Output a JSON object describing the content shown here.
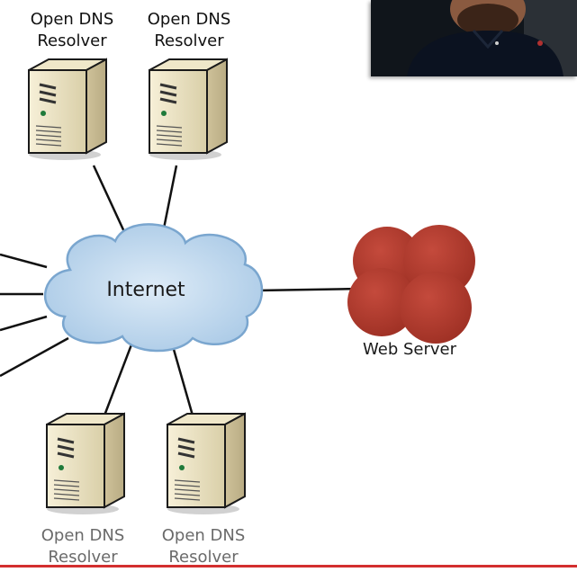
{
  "labels": {
    "resolver_top_left": {
      "line1": "Open DNS",
      "line2": "Resolver"
    },
    "resolver_top_right": {
      "line1": "Open DNS",
      "line2": "Resolver"
    },
    "resolver_bottom_left": {
      "line1": "Open DNS",
      "line2": "Resolver"
    },
    "resolver_bottom_right": {
      "line1": "Open DNS",
      "line2": "Resolver"
    },
    "cloud": "Internet",
    "web_server": "Web Server"
  },
  "colors": {
    "server_body": "#ece4c4",
    "server_side": "#cfc29a",
    "server_outline": "#1a1a1a",
    "cloud_fill": "#b7d3ea",
    "cloud_stroke": "#7aa6cf",
    "attack_blob": "#b03a2e",
    "accent_line": "#d32f2f"
  },
  "icons": {
    "server": "server-tower-icon",
    "cloud": "cloud-icon",
    "attack": "ddos-blob-icon"
  }
}
